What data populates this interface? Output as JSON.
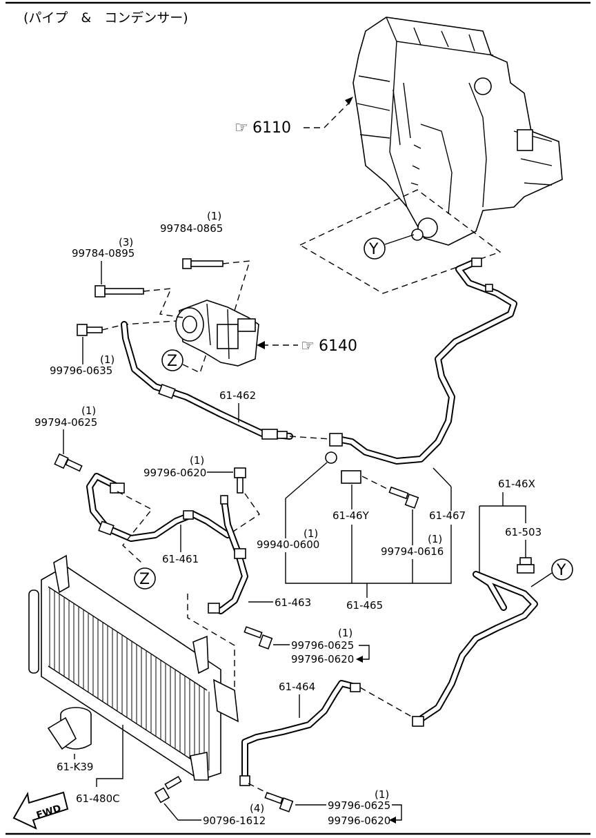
{
  "header": {
    "title": "(パイプ　&　コンデンサー)"
  },
  "references": {
    "unit_6110": "6110",
    "unit_6140": "6140",
    "ref_symbol": "☞"
  },
  "markers": {
    "y": "Y",
    "z": "Z"
  },
  "parts": {
    "p99784_0865": {
      "code": "99784-0865",
      "qty": "(1)"
    },
    "p99784_0895": {
      "code": "99784-0895",
      "qty": "(3)"
    },
    "p99796_0635": {
      "code": "99796-0635",
      "qty": "(1)"
    },
    "p61_462": "61-462",
    "p99794_0625": {
      "code": "99794-0625",
      "qty": "(1)"
    },
    "p99796_0620_a": {
      "code": "99796-0620",
      "qty": "(1)"
    },
    "p61_461": "61-461",
    "p61_46Y": "61-46Y",
    "p61_467": "61-467",
    "p99940_0600": {
      "code": "99940-0600",
      "qty": "(1)"
    },
    "p99794_0616": {
      "code": "99794-0616",
      "qty": "(1)"
    },
    "p61_46X": "61-46X",
    "p61_503": "61-503",
    "p61_463": "61-463",
    "p61_465": "61-465",
    "p99796_0625_a": {
      "code": "99796-0625",
      "qty": "(1)",
      "alt": "99796-0620"
    },
    "p61_464": "61-464",
    "p61_K39": "61-K39",
    "p61_480C": "61-480C",
    "p90796_1612": {
      "code": "90796-1612",
      "qty": "(4)"
    },
    "p99796_0625_b": {
      "code": "99796-0625",
      "qty": "(1)",
      "alt": "99796-0620"
    }
  },
  "fwd": "FWD"
}
